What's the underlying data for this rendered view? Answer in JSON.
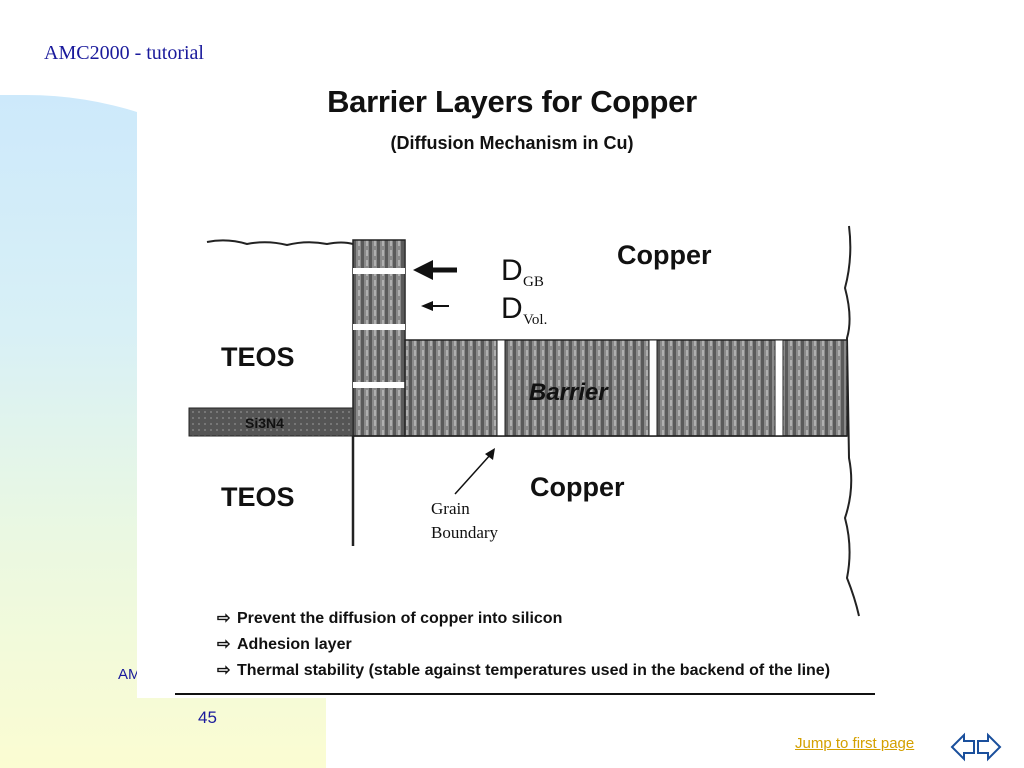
{
  "slide": {
    "course_title": "AMC2000 - tutorial",
    "footer_text": "AM",
    "page_number": "45",
    "jump_link": "Jump to first page"
  },
  "figure": {
    "title": "Barrier Layers for Copper",
    "subtitle": "(Diffusion Mechanism in Cu)",
    "labels": {
      "copper_top": "Copper",
      "copper_bottom": "Copper",
      "teos_top": "TEOS",
      "teos_bottom": "TEOS",
      "barrier": "Barrier",
      "si3n4": "Si3N4",
      "d_gb": "D",
      "d_gb_sub": "GB",
      "d_vol": "D",
      "d_vol_sub": "Vol.",
      "grain_1": "Grain",
      "grain_2": "Boundary"
    },
    "bullets": [
      "Prevent the diffusion of copper into silicon",
      "Adhesion layer",
      "Thermal stability (stable against temperatures used in the backend of the line)"
    ]
  },
  "colors": {
    "title_blue": "#1a1a9c",
    "link_gold": "#d4a000"
  }
}
